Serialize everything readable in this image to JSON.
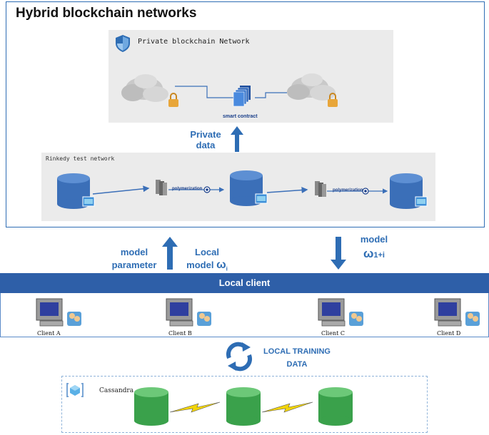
{
  "title": "Hybrid blockchain networks",
  "private_network": {
    "title": "Private blockchain Network",
    "contract_label": "smart contract"
  },
  "private_data_label": [
    "Private",
    "data"
  ],
  "rinkeby": {
    "title": "Rinkedy test network",
    "op1": "polymerization",
    "op2": "polymerization"
  },
  "left_arrow_labels": {
    "param": [
      "model",
      "parameter"
    ],
    "local": [
      "Local",
      "model"
    ],
    "local_symbol": "ω",
    "local_sub": "i"
  },
  "right_arrow_labels": {
    "model": "model",
    "symbol": "ω",
    "sub": "1+i"
  },
  "local_client": {
    "title": "Local client",
    "clients": [
      "Client A",
      "Client B",
      "Client C",
      "Client D"
    ]
  },
  "training_label": [
    "LOCAL TRAINING",
    "DATA"
  ],
  "cassandra": {
    "title": "Cassandra"
  },
  "colors": {
    "accent": "#2e6db4",
    "bar": "#2e5fa8",
    "db_blue": "#3b6fb8",
    "db_green": "#3aa14b",
    "bolt": "#f2d40a"
  }
}
